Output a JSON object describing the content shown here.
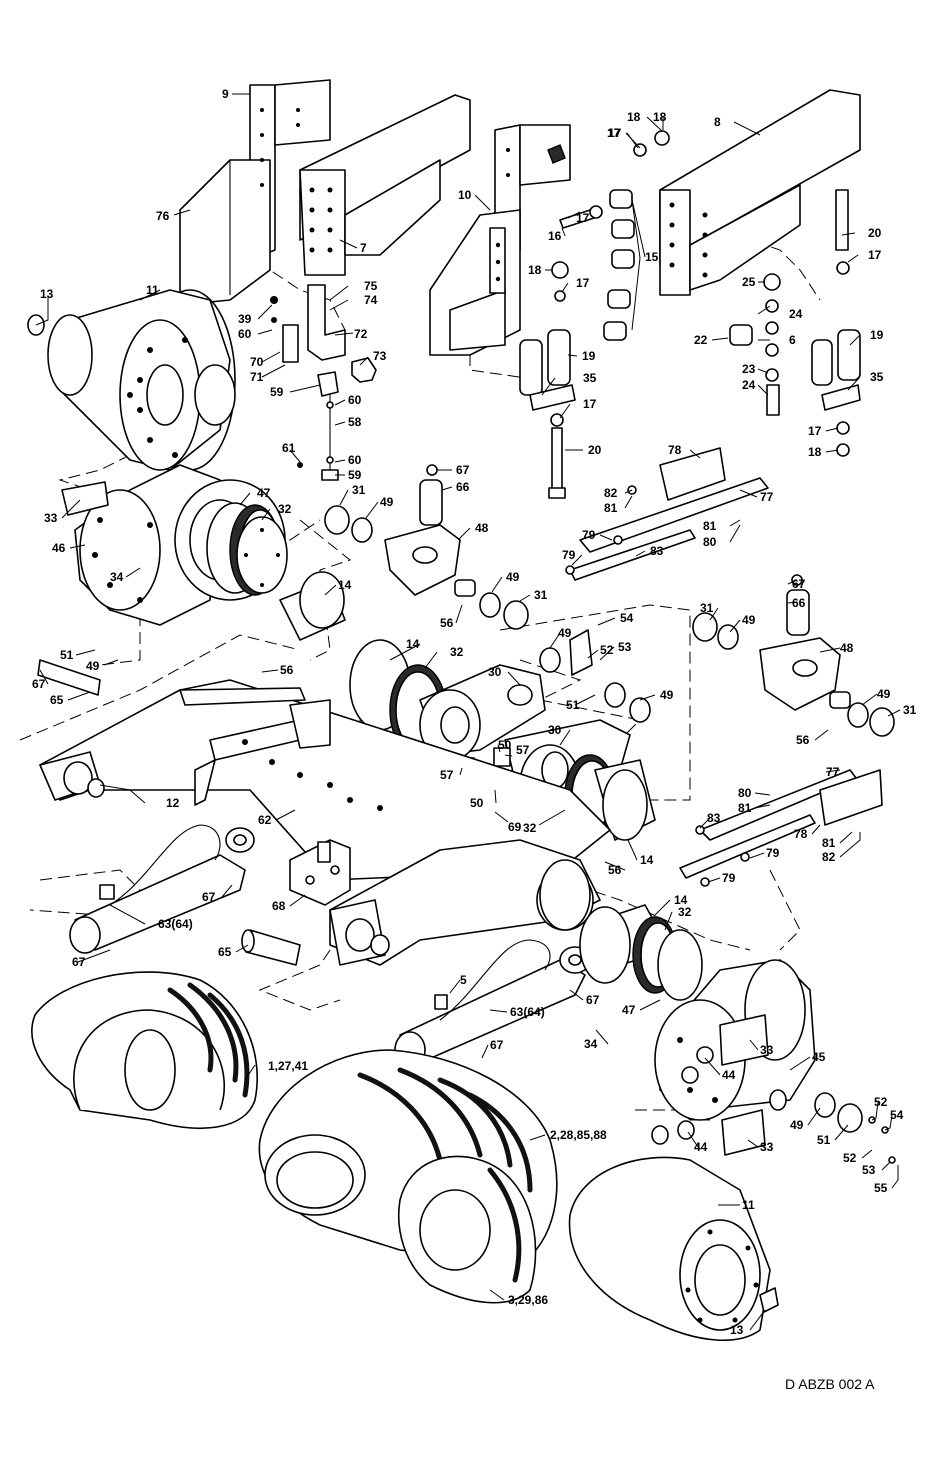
{
  "drawing_id": "D ABZB 002 A",
  "callouts": [
    {
      "id": "c1",
      "text": "9"
    },
    {
      "id": "c2",
      "text": "76"
    },
    {
      "id": "c3",
      "text": "7"
    },
    {
      "id": "c4",
      "text": "13"
    },
    {
      "id": "c5",
      "text": "11"
    },
    {
      "id": "c6",
      "text": "75"
    },
    {
      "id": "c7",
      "text": "74"
    },
    {
      "id": "c8",
      "text": "39"
    },
    {
      "id": "c9",
      "text": "72"
    },
    {
      "id": "c10",
      "text": "60"
    },
    {
      "id": "c11",
      "text": "70"
    },
    {
      "id": "c12",
      "text": "71"
    },
    {
      "id": "c13",
      "text": "73"
    },
    {
      "id": "c14",
      "text": "59"
    },
    {
      "id": "c15",
      "text": "60"
    },
    {
      "id": "c16",
      "text": "58"
    },
    {
      "id": "c17",
      "text": "61"
    },
    {
      "id": "c18",
      "text": "60"
    },
    {
      "id": "c19",
      "text": "59"
    },
    {
      "id": "c20",
      "text": "33"
    },
    {
      "id": "c21",
      "text": "47"
    },
    {
      "id": "c22",
      "text": "32"
    },
    {
      "id": "c23",
      "text": "46"
    },
    {
      "id": "c24",
      "text": "34"
    },
    {
      "id": "c25",
      "text": "14"
    },
    {
      "id": "c26",
      "text": "51"
    },
    {
      "id": "c27",
      "text": "49"
    },
    {
      "id": "c28",
      "text": "67"
    },
    {
      "id": "c29",
      "text": "65"
    },
    {
      "id": "c30",
      "text": "12"
    },
    {
      "id": "c31",
      "text": "56"
    },
    {
      "id": "c32",
      "text": "62"
    },
    {
      "id": "c33",
      "text": "68"
    },
    {
      "id": "c34",
      "text": "63(64)"
    },
    {
      "id": "c35",
      "text": "67"
    },
    {
      "id": "c36",
      "text": "65"
    },
    {
      "id": "c37",
      "text": "67"
    },
    {
      "id": "c38",
      "text": "1,27,41"
    },
    {
      "id": "c39",
      "text": "10"
    },
    {
      "id": "c40",
      "text": "16"
    },
    {
      "id": "c41",
      "text": "17"
    },
    {
      "id": "c42",
      "text": "18"
    },
    {
      "id": "c43",
      "text": "18"
    },
    {
      "id": "c44",
      "text": "17"
    },
    {
      "id": "c45",
      "text": "15"
    },
    {
      "id": "c46",
      "text": "17"
    },
    {
      "id": "c47",
      "text": "19"
    },
    {
      "id": "c48",
      "text": "35"
    },
    {
      "id": "c49",
      "text": "17"
    },
    {
      "id": "c50",
      "text": "20"
    },
    {
      "id": "c51",
      "text": "67"
    },
    {
      "id": "c52",
      "text": "66"
    },
    {
      "id": "c53",
      "text": "31"
    },
    {
      "id": "c54",
      "text": "49"
    },
    {
      "id": "c55",
      "text": "48"
    },
    {
      "id": "c56",
      "text": "49"
    },
    {
      "id": "c57",
      "text": "31"
    },
    {
      "id": "c58",
      "text": "56"
    },
    {
      "id": "c59",
      "text": "54"
    },
    {
      "id": "c60",
      "text": "49"
    },
    {
      "id": "c61",
      "text": "52"
    },
    {
      "id": "c62",
      "text": "53"
    },
    {
      "id": "c63",
      "text": "14"
    },
    {
      "id": "c64",
      "text": "32"
    },
    {
      "id": "c65",
      "text": "30"
    },
    {
      "id": "c66",
      "text": "51"
    },
    {
      "id": "c67",
      "text": "49"
    },
    {
      "id": "c68",
      "text": "30"
    },
    {
      "id": "c69",
      "text": "50"
    },
    {
      "id": "c70",
      "text": "57"
    },
    {
      "id": "c71",
      "text": "57"
    },
    {
      "id": "c72",
      "text": "50"
    },
    {
      "id": "c73",
      "text": "69"
    },
    {
      "id": "c74",
      "text": "32"
    },
    {
      "id": "c75",
      "text": "14"
    },
    {
      "id": "c76",
      "text": "56"
    },
    {
      "id": "c77",
      "text": "14"
    },
    {
      "id": "c78",
      "text": "32"
    },
    {
      "id": "c79",
      "text": "47"
    },
    {
      "id": "c80",
      "text": "5"
    },
    {
      "id": "c81",
      "text": "67"
    },
    {
      "id": "c82",
      "text": "63(64)"
    },
    {
      "id": "c83",
      "text": "34"
    },
    {
      "id": "c84",
      "text": "67"
    },
    {
      "id": "c85",
      "text": "2,28,85,88"
    },
    {
      "id": "c86",
      "text": "3,29,86"
    },
    {
      "id": "c87",
      "text": "8"
    },
    {
      "id": "c88",
      "text": "18"
    },
    {
      "id": "c89",
      "text": "17"
    },
    {
      "id": "c90",
      "text": "20"
    },
    {
      "id": "c91",
      "text": "17"
    },
    {
      "id": "c92",
      "text": "25"
    },
    {
      "id": "c93",
      "text": "24"
    },
    {
      "id": "c94",
      "text": "6"
    },
    {
      "id": "c95",
      "text": "22"
    },
    {
      "id": "c96",
      "text": "19"
    },
    {
      "id": "c97",
      "text": "23"
    },
    {
      "id": "c98",
      "text": "24"
    },
    {
      "id": "c99",
      "text": "35"
    },
    {
      "id": "c100",
      "text": "17"
    },
    {
      "id": "c101",
      "text": "18"
    },
    {
      "id": "c102",
      "text": "78"
    },
    {
      "id": "c103",
      "text": "82"
    },
    {
      "id": "c104",
      "text": "81"
    },
    {
      "id": "c105",
      "text": "77"
    },
    {
      "id": "c106",
      "text": "81"
    },
    {
      "id": "c107",
      "text": "80"
    },
    {
      "id": "c108",
      "text": "79"
    },
    {
      "id": "c109",
      "text": "83"
    },
    {
      "id": "c110",
      "text": "79"
    },
    {
      "id": "c111",
      "text": "67"
    },
    {
      "id": "c112",
      "text": "66"
    },
    {
      "id": "c113",
      "text": "31"
    },
    {
      "id": "c114",
      "text": "49"
    },
    {
      "id": "c115",
      "text": "48"
    },
    {
      "id": "c116",
      "text": "49"
    },
    {
      "id": "c117",
      "text": "31"
    },
    {
      "id": "c118",
      "text": "56"
    },
    {
      "id": "c119",
      "text": "77"
    },
    {
      "id": "c120",
      "text": "80"
    },
    {
      "id": "c121",
      "text": "81"
    },
    {
      "id": "c122",
      "text": "83"
    },
    {
      "id": "c123",
      "text": "78"
    },
    {
      "id": "c124",
      "text": "81"
    },
    {
      "id": "c125",
      "text": "82"
    },
    {
      "id": "c126",
      "text": "79"
    },
    {
      "id": "c127",
      "text": "79"
    },
    {
      "id": "c128",
      "text": "33"
    },
    {
      "id": "c129",
      "text": "45"
    },
    {
      "id": "c130",
      "text": "44"
    },
    {
      "id": "c131",
      "text": "52"
    },
    {
      "id": "c132",
      "text": "54"
    },
    {
      "id": "c133",
      "text": "49"
    },
    {
      "id": "c134",
      "text": "51"
    },
    {
      "id": "c135",
      "text": "44"
    },
    {
      "id": "c136",
      "text": "33"
    },
    {
      "id": "c137",
      "text": "52"
    },
    {
      "id": "c138",
      "text": "53"
    },
    {
      "id": "c139",
      "text": "55"
    },
    {
      "id": "c140",
      "text": "11"
    },
    {
      "id": "c141",
      "text": "13"
    }
  ]
}
